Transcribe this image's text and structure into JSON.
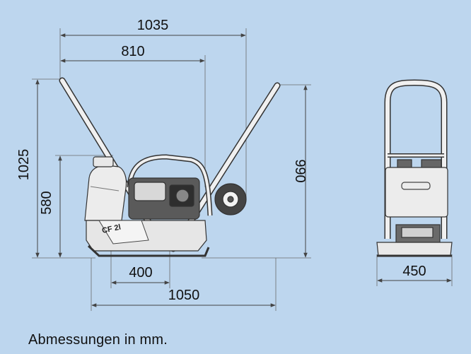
{
  "dimensions": {
    "overall_length_top": "1035",
    "handle_length": "810",
    "handle_height": "1025",
    "machine_height": "580",
    "height_right": "990",
    "plate_length": "400",
    "overall_length_bottom": "1050",
    "width_front": "450"
  },
  "machine_label": "CF 2l",
  "caption": "Abmessungen in mm.",
  "colors": {
    "background": "#bdd6ee",
    "line": "#555555",
    "machine_fill": "#ececec",
    "machine_stroke": "#333333"
  }
}
